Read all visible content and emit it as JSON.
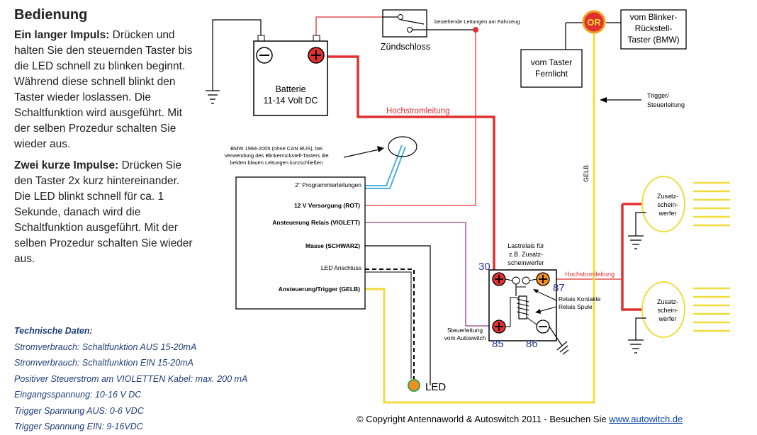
{
  "instructions": {
    "title": "Bedienung",
    "long_title": "Ein langer Impuls:",
    "long_text": "Drücken und halten Sie den steuernden Taster bis die LED schnell zu blinken beginnt. Während diese schnell blinkt den Taster wieder loslassen. Die Schaltfunktion wird ausgeführt. Mit der selben Prozedur schalten Sie wieder aus.",
    "short_title": "Zwei kurze Impulse:",
    "short_text": "Drücken Sie den Taster 2x kurz hintereinander. Die LED blinkt schnell für ca. 1 Sekunde, danach wird die Schaltfunktion ausgeführt. Mit der selben Prozedur schalten Sie wieder aus."
  },
  "tech": {
    "title": "Technische Daten:",
    "lines": [
      "Stromverbrauch: Schaltfunktion AUS 15-20mA",
      "Stromverbrauch: Schaltfunktion EIN 15-20mA",
      "Positiver Steuerstrom am VIOLETTEN Kabel:  max. 200 mA",
      "Eingangsspannung: 10-16 V DC",
      "Trigger Spannung AUS: 0-6 VDC",
      "Trigger Spannung EIN: 9-16VDC"
    ]
  },
  "copyright": {
    "text": "© Copyright Antennaworld & Autoswitch 2011 - Besuchen Sie ",
    "link": "www.autowitch.de"
  },
  "diagram": {
    "battery_line1": "Batterie",
    "battery_line2": "11-14 Volt DC",
    "ignition": "Zündschloss",
    "existing_lines": "bestehende Leitungen am Fahrzeug",
    "or_badge": "OR",
    "bmw_switch_1": "vom Blinker-",
    "bmw_switch_2": "Rückstell-",
    "bmw_switch_3": "Taster (BMW)",
    "highbeam_1": "vom Taster",
    "highbeam_2": "Fernlicht",
    "trigger_1": "Trigger/",
    "trigger_2": "Steuerleitung",
    "high_current": "Hochstromleitung",
    "high_current_2": "Hochstromleitung",
    "gelb": "GELB",
    "bmw_note_1": "BMW 1994-2005 (ohne CAN BUS), bei",
    "bmw_note_2": "Verwendung des Blinkerrückstell-Tasters die",
    "bmw_note_3": "beiden blauen Leitungen kurzschließen",
    "module_rows": [
      "2\" Programmierleitungen",
      "12 V Versorgung (ROT)",
      "Ansteuerung Relais (VIOLETT)",
      "Masse (SCHWARZ)",
      "LED Anschluss",
      "Ansteuerung/Trigger (GELB)"
    ],
    "relay_title_1": "Lastrelais für",
    "relay_title_2": "z.B. Zusatz-",
    "relay_title_3": "scheinwerfer",
    "pin_30": "30",
    "pin_87": "87",
    "pin_85": "85",
    "pin_86": "86",
    "relay_contacts": "Relais Kontakte",
    "relay_coil": "Relais Spule",
    "control_1": "Steuerleitung",
    "control_2": "vom Autoswitch",
    "led": "LED",
    "lamp_1": "Zusatz-",
    "lamp_2": "schein-",
    "lamp_3": "werfer"
  },
  "colors": {
    "red": "#e03030",
    "yellow": "#f0dc3a",
    "violet": "#9c3c8c",
    "blue": "#4fb0e0",
    "orange": "#f09020",
    "pin_label": "#2b3a8f",
    "tech_text": "#1f3d7a"
  }
}
